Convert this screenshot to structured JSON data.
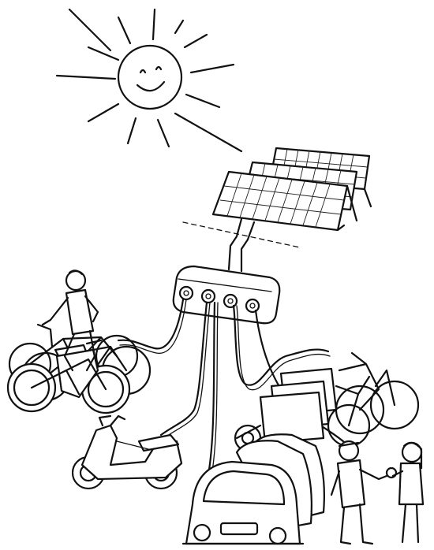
{
  "illustration": {
    "style": "black-and-white line drawing",
    "colors": {
      "ink": "#111111",
      "paper": "#ffffff"
    },
    "elements": [
      "sun",
      "solar-panel-array",
      "charging-junction-box",
      "charging-cables",
      "e-bikes-with-rider",
      "e-scooter",
      "electric-cars",
      "bike-trailers",
      "two-people-exchanging-key"
    ]
  }
}
